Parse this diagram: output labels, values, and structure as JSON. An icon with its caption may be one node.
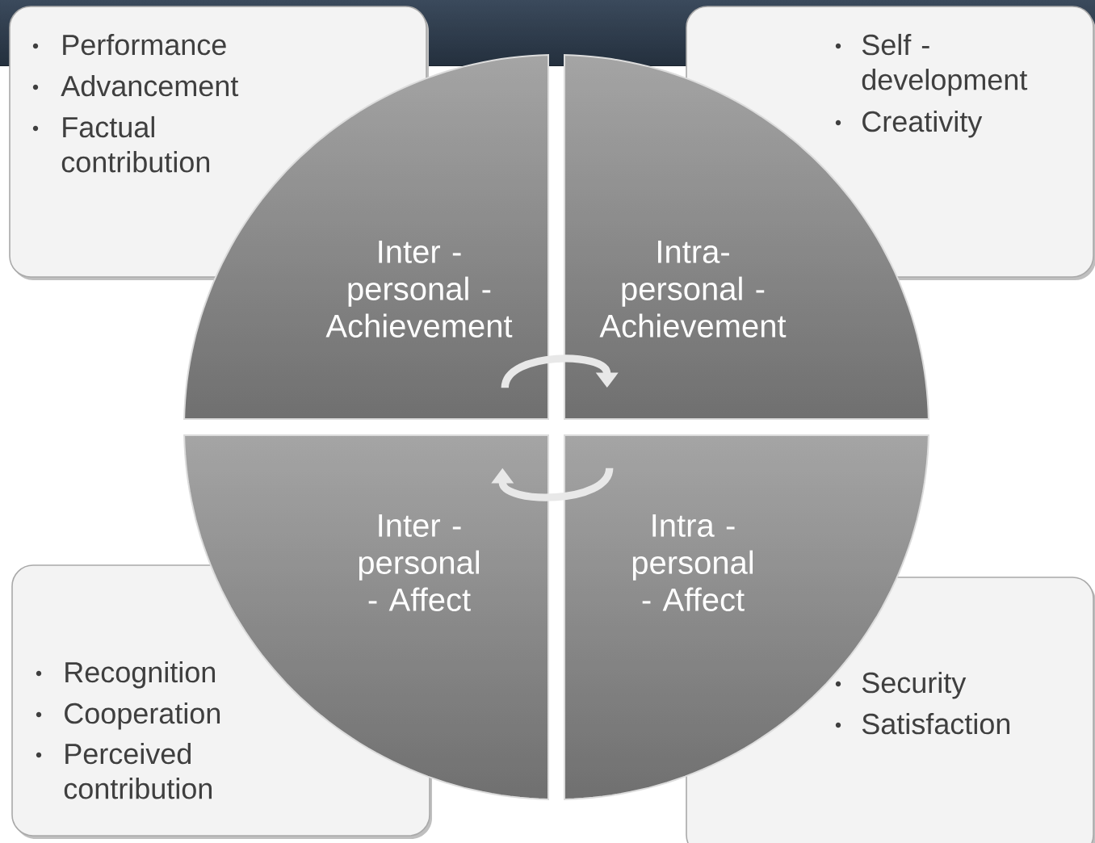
{
  "diagram": {
    "nodes": [
      {
        "text": [
          "Performance",
          "Advancement",
          "Factual contribution"
        ]
      },
      {
        "text": [
          "Self - development",
          "Creativity"
        ]
      },
      {
        "text": [
          "Inter - personal - Achievement"
        ]
      },
      {
        "text": [
          "Intra- personal - Achievement"
        ]
      },
      {
        "text": [
          "Inter - personal - Affect"
        ]
      },
      {
        "text": [
          "Intra - personal - Affect"
        ]
      },
      {
        "text": [
          "Recognition",
          "Cooperation",
          "Perceived contribution"
        ]
      },
      {
        "text": [
          "Security",
          "Satisfaction"
        ]
      }
    ],
    "edges": [
      {
        "from": 2,
        "to": 3,
        "arrow": "to"
      },
      {
        "from": 5,
        "to": 4,
        "arrow": "to"
      }
    ]
  }
}
